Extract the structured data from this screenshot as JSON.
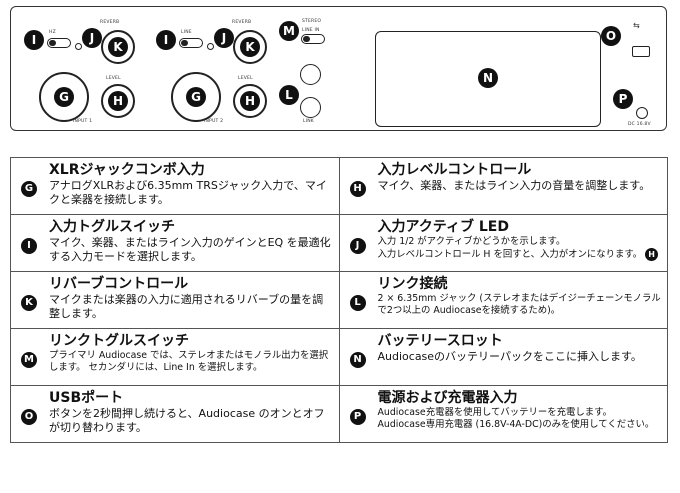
{
  "panel": {
    "callouts": {
      "A": "I",
      "B": "J",
      "C": "K",
      "D": "G",
      "E": "H",
      "F": "M",
      "L": "L",
      "N": "N",
      "O": "O",
      "P": "P"
    },
    "labels": {
      "reverb": "REVERB",
      "level": "LEVEL",
      "input1": "INPUT 1",
      "input2": "INPUT 2",
      "link": "LINK",
      "dc": "DC 16.8V",
      "stereo": "STEREO",
      "line_in": "LINE IN",
      "hz": "HZ",
      "line": "LINE"
    }
  },
  "rows": [
    {
      "left": {
        "badge": "G",
        "title": "XLRジャックコンボ入力",
        "body": "アナログXLRおよび6.35mm TRSジャック入力で、マイクと楽器を接続します。"
      },
      "right": {
        "badge": "H",
        "title": "入力レベルコントロール",
        "body": "マイク、楽器、またはライン入力の音量を調整します。"
      }
    },
    {
      "left": {
        "badge": "I",
        "title": "入力トグルスイッチ",
        "body": "マイク、楽器、またはライン入力のゲインとEQ を最適化する入力モードを選択します。"
      },
      "right": {
        "badge": "J",
        "title": "入力アクティブ LED",
        "body1": "入力 1/2 がアクティブかどうかを示します。",
        "body2": "入力レベルコントロール H を回すと、入力がオンになります。",
        "inline_badge": "H"
      }
    },
    {
      "left": {
        "badge": "K",
        "title": "リバーブコントロール",
        "body": "マイクまたは楽器の入力に適用されるリバーブの量を調整します。"
      },
      "right": {
        "badge": "L",
        "title": "リンク接続",
        "body": "2 × 6.35mm ジャック (ステレオまたはデイジーチェーンモノラルで2つ以上の Audiocaseを接続するため)。"
      }
    },
    {
      "left": {
        "badge": "M",
        "title": "リンクトグルスイッチ",
        "body": "プライマリ Audiocase では、ステレオまたはモノラル出力を選択します。 セカンダリには、Line In を選択します。"
      },
      "right": {
        "badge": "N",
        "title": "バッテリースロット",
        "body": "Audiocaseのバッテリーパックをここに挿入します。"
      }
    },
    {
      "left": {
        "badge": "O",
        "title": "USBポート",
        "body": "ボタンを2秒間押し続けると、Audiocase のオンとオフが切り替わります。"
      },
      "right": {
        "badge": "P",
        "title": "電源および充電器入力",
        "body": "Audiocase充電器を使用してバッテリーを充電します。 Audiocase専用充電器 (16.8V-4A-DC)のみを使用してください。"
      }
    }
  ]
}
